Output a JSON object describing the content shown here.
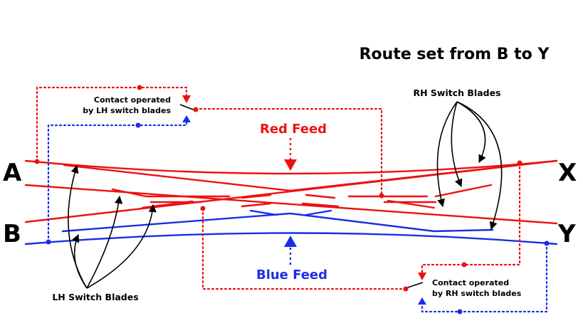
{
  "title": "Route set from B to Y",
  "terminals": {
    "a": "A",
    "b": "B",
    "x": "X",
    "y": "Y"
  },
  "feeds": {
    "red": "Red Feed",
    "blue": "Blue Feed"
  },
  "contacts": {
    "lh_line1": "Contact operated",
    "lh_line2": "by LH switch blades",
    "rh_line1": "Contact operated",
    "rh_line2": "by RH switch blades"
  },
  "blades": {
    "rh": "RH Switch Blades",
    "lh": "LH Switch Blades"
  },
  "colors": {
    "red": "#ee1111",
    "blue": "#1a2ee6",
    "ink": "#000000"
  }
}
